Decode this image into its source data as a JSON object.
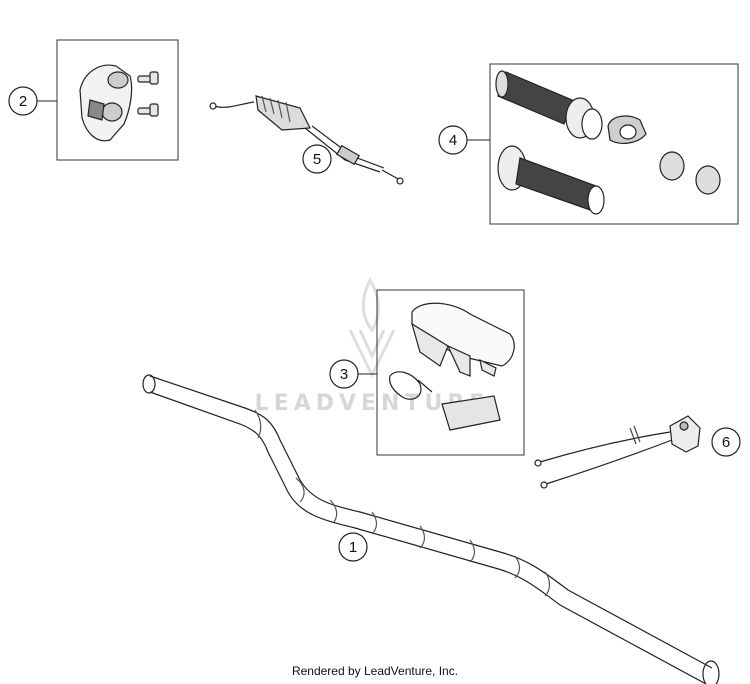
{
  "callouts": [
    {
      "id": "1",
      "label": "1",
      "part": "handlebar"
    },
    {
      "id": "2",
      "label": "2",
      "part": "clamp"
    },
    {
      "id": "3",
      "label": "3",
      "part": "handlebar-pad"
    },
    {
      "id": "4",
      "label": "4",
      "part": "grip-set"
    },
    {
      "id": "5",
      "label": "5",
      "part": "throttle-cable"
    },
    {
      "id": "6",
      "label": "6",
      "part": "switch"
    }
  ],
  "watermark": "LEADVENTURE",
  "footer": "Rendered by LeadVenture, Inc."
}
